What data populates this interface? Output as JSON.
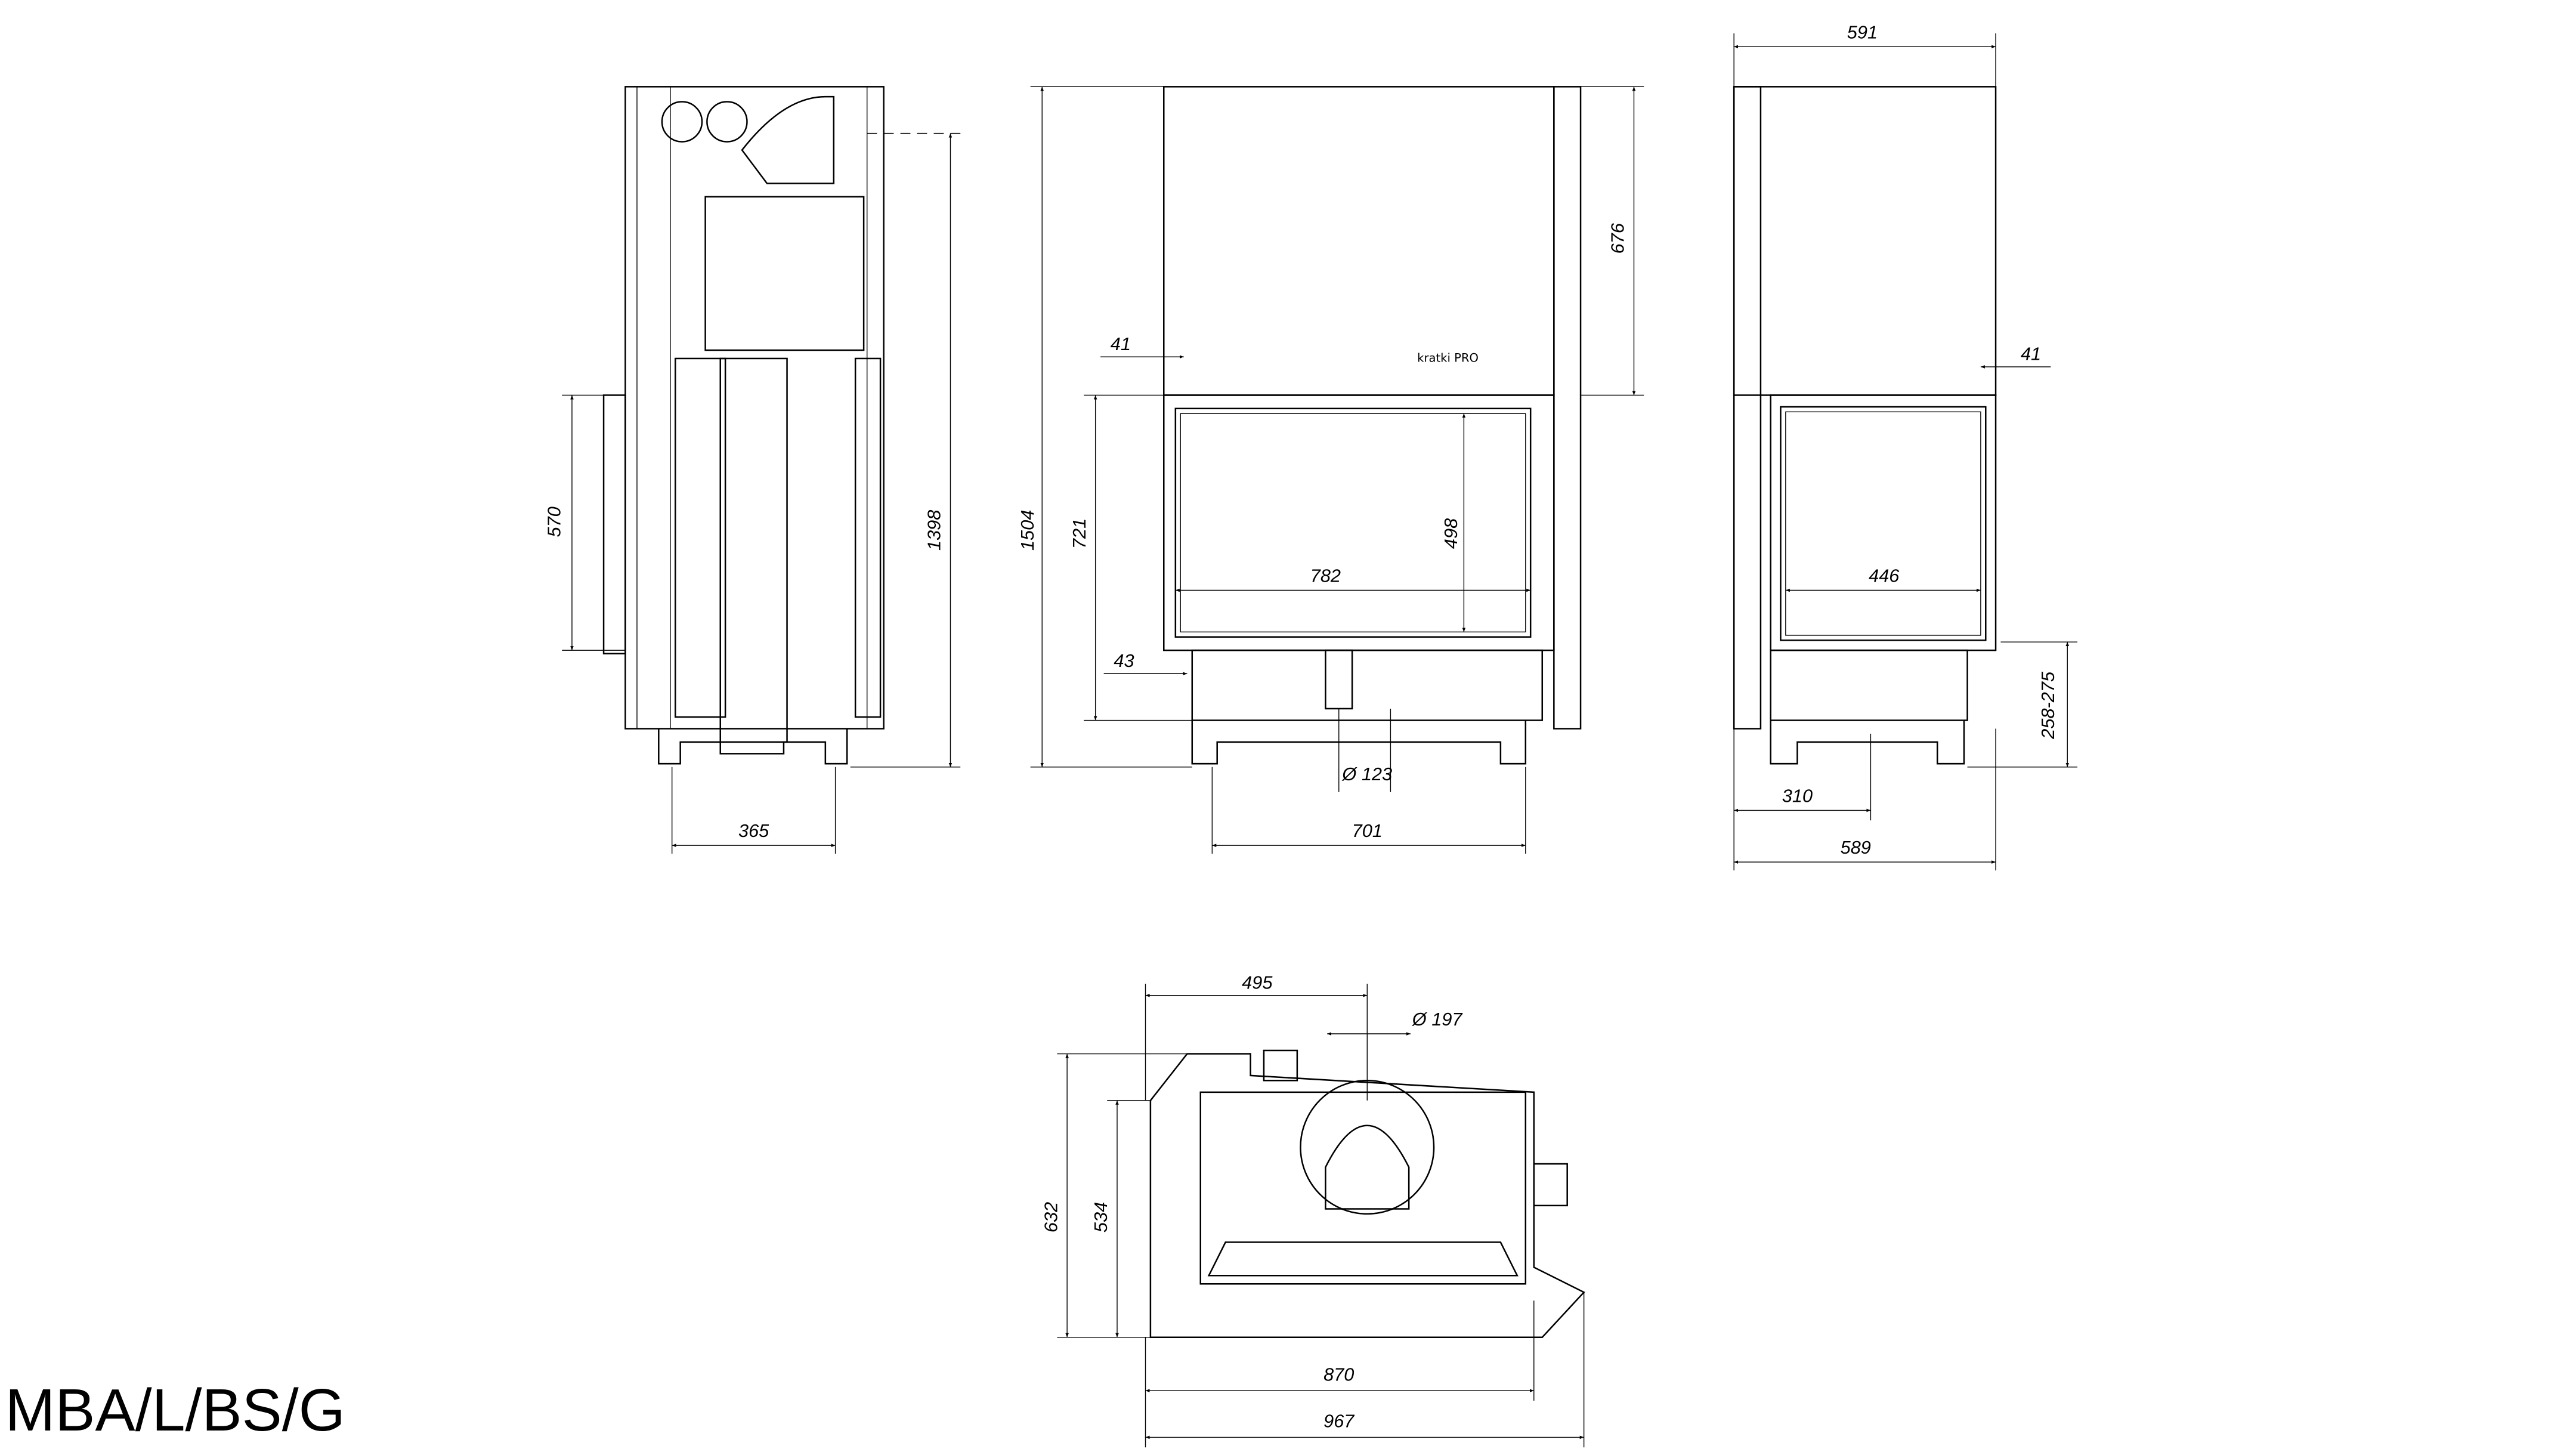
{
  "title": "MBA/L/BS/G",
  "logo": "kratki PRO",
  "side_view": {
    "d570": "570",
    "d1398": "1398",
    "d365": "365"
  },
  "front_view": {
    "d1504": "1504",
    "d676": "676",
    "d721": "721",
    "d41": "41",
    "d43": "43",
    "d782": "782",
    "d498": "498",
    "d123": "Ø 123",
    "d701": "701"
  },
  "right_view": {
    "d591": "591",
    "d41": "41",
    "d446": "446",
    "d258": "258-275",
    "d310": "310",
    "d589": "589"
  },
  "top_view": {
    "d495": "495",
    "d197": "Ø 197",
    "d632": "632",
    "d534": "534",
    "d870": "870",
    "d967": "967"
  }
}
